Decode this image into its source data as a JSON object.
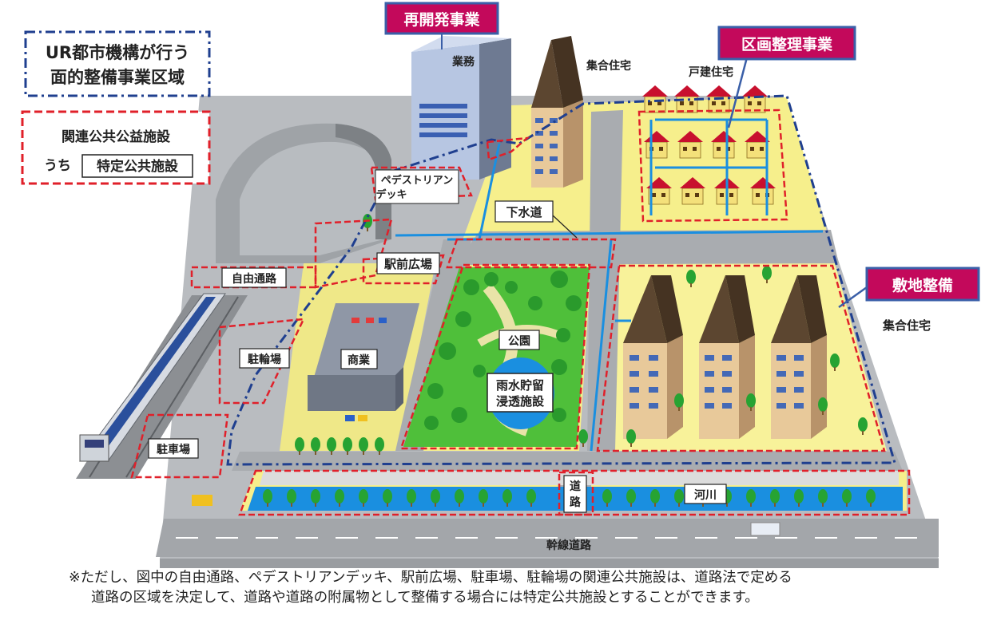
{
  "legend": {
    "area_line1": "UR都市機構が行う",
    "area_line2": "面的整備事業区域",
    "facility_line1": "関連公共公益施設",
    "facility_prefix": "うち",
    "facility_specified": "特定公共施設"
  },
  "callouts": {
    "redevelopment": "再開発事業",
    "land_readjustment": "区画整理事業",
    "site_development": "敷地整備"
  },
  "labels": {
    "office": "業務",
    "apartment_top": "集合住宅",
    "detached_housing": "戸建住宅",
    "pedestrian_deck_1": "ペデストリアン",
    "pedestrian_deck_2": "デッキ",
    "sewer": "下水道",
    "free_passage": "自由通路",
    "station_plaza": "駅前広場",
    "bicycle_parking": "駐輪場",
    "commercial": "商業",
    "park": "公園",
    "rain_storage_1": "雨水貯留",
    "rain_storage_2": "浸透施設",
    "apartment_right": "集合住宅",
    "parking": "駐車場",
    "road_1": "道",
    "road_2": "路",
    "river": "河川",
    "arterial_road": "幹線道路"
  },
  "footnote": {
    "line1": "※ただし、図中の自由通路、ペデストリアンデッキ、駅前広場、駐車場、駐輪場の関連公共施設は、道路法で定める",
    "line2": "道路の区域を決定して、道路や道路の附属物として整備する場合には特定公共施設とすることができます。"
  },
  "colors": {
    "callout_fill": "#c3095b",
    "callout_border": "#3a5fa8",
    "boundary_blue": "#1f3f8f",
    "boundary_red": "#e0202a",
    "ground_yellow": "#f6ef8c",
    "park_green": "#4fbf3a",
    "water_blue": "#1a8fe0"
  }
}
